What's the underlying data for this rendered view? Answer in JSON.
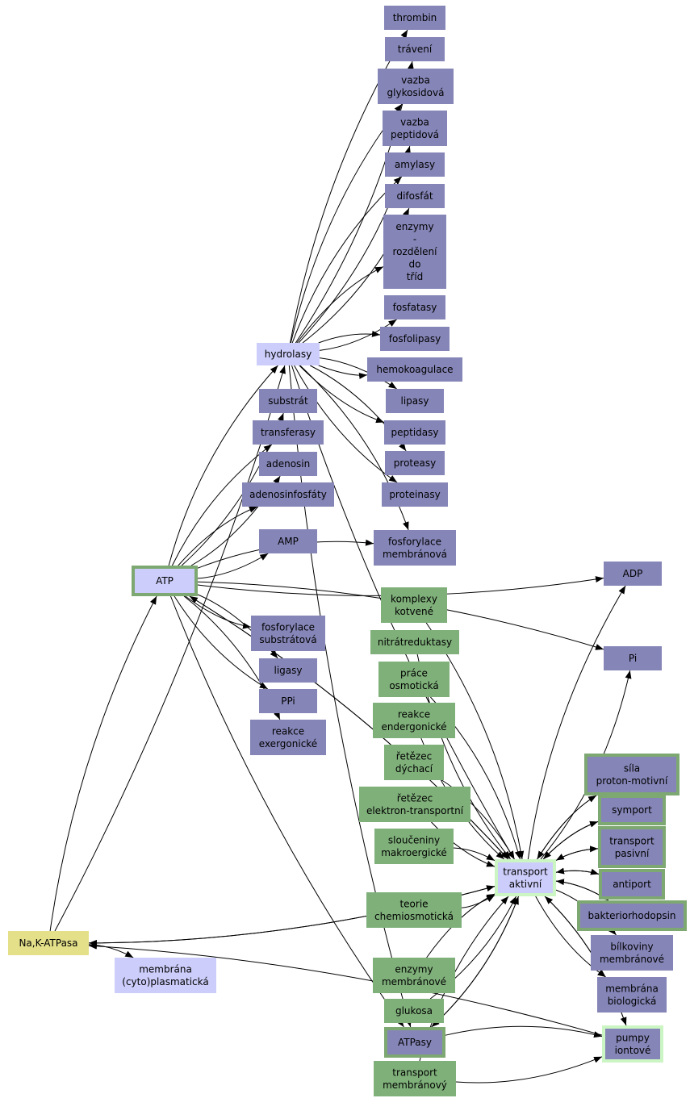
{
  "colors": {
    "purple": "#8585b8",
    "lavender": "#cccdfa",
    "green": "#7fb07a",
    "yellow": "#e4e08a",
    "frame_dark": "#7ea872",
    "frame_light": "#ccf5c4",
    "edge": "#000000"
  },
  "nodes": {
    "thrombin": {
      "lines": [
        "thrombin"
      ],
      "fill": "purple"
    },
    "traveni": {
      "lines": [
        "trávení"
      ],
      "fill": "purple"
    },
    "vazba_glyk": {
      "lines": [
        "vazba",
        "glykosidová"
      ],
      "fill": "purple"
    },
    "vazba_pept": {
      "lines": [
        "vazba",
        "peptidová"
      ],
      "fill": "purple"
    },
    "amylasy": {
      "lines": [
        "amylasy"
      ],
      "fill": "purple"
    },
    "difosfat": {
      "lines": [
        "difosfát"
      ],
      "fill": "purple"
    },
    "enzymy_rozdeleni": {
      "lines": [
        "enzymy",
        "-",
        "rozdělení",
        "do",
        "tříd"
      ],
      "fill": "purple"
    },
    "fosfatasy": {
      "lines": [
        "fosfatasy"
      ],
      "fill": "purple"
    },
    "fosfolipasy": {
      "lines": [
        "fosfolipasy"
      ],
      "fill": "purple"
    },
    "hydrolasy": {
      "lines": [
        "hydrolasy"
      ],
      "fill": "lavender"
    },
    "hemokoagulace": {
      "lines": [
        "hemokoagulace"
      ],
      "fill": "purple"
    },
    "substrat": {
      "lines": [
        "substrát"
      ],
      "fill": "purple"
    },
    "lipasy": {
      "lines": [
        "lipasy"
      ],
      "fill": "purple"
    },
    "transferasy": {
      "lines": [
        "transferasy"
      ],
      "fill": "purple"
    },
    "peptidasy": {
      "lines": [
        "peptidasy"
      ],
      "fill": "purple"
    },
    "adenosin": {
      "lines": [
        "adenosin"
      ],
      "fill": "purple"
    },
    "proteasy": {
      "lines": [
        "proteasy"
      ],
      "fill": "purple"
    },
    "adenosinfosfaty": {
      "lines": [
        "adenosinfosfáty"
      ],
      "fill": "purple"
    },
    "proteinasy": {
      "lines": [
        "proteinasy"
      ],
      "fill": "purple"
    },
    "amp": {
      "lines": [
        "AMP"
      ],
      "fill": "purple"
    },
    "fosforylace_membr": {
      "lines": [
        "fosforylace",
        "membránová"
      ],
      "fill": "purple"
    },
    "atp": {
      "lines": [
        "ATP"
      ],
      "fill": "lavender",
      "frame": "frame_dark"
    },
    "adp": {
      "lines": [
        "ADP"
      ],
      "fill": "purple"
    },
    "komplexy": {
      "lines": [
        "komplexy",
        "kotvené"
      ],
      "fill": "green"
    },
    "fosforylace_substr": {
      "lines": [
        "fosforylace",
        "substrátová"
      ],
      "fill": "purple"
    },
    "nitratreduktasy": {
      "lines": [
        "nitrátreduktasy"
      ],
      "fill": "green"
    },
    "pi": {
      "lines": [
        "Pi"
      ],
      "fill": "purple"
    },
    "ligasy": {
      "lines": [
        "ligasy"
      ],
      "fill": "purple"
    },
    "prace": {
      "lines": [
        "práce",
        "osmotická"
      ],
      "fill": "green"
    },
    "ppi": {
      "lines": [
        "PPi"
      ],
      "fill": "purple"
    },
    "reakce_endergonicke": {
      "lines": [
        "reakce",
        "endergonické"
      ],
      "fill": "green"
    },
    "reakce_exergonicke": {
      "lines": [
        "reakce",
        "exergonické"
      ],
      "fill": "purple"
    },
    "retezec_dychaci": {
      "lines": [
        "řetězec",
        "dýchací"
      ],
      "fill": "green"
    },
    "sila": {
      "lines": [
        "síla",
        "proton-motivní"
      ],
      "fill": "purple",
      "frame": "frame_dark"
    },
    "retezec_elektron": {
      "lines": [
        "řetězec",
        "elektron-transportní"
      ],
      "fill": "green"
    },
    "symport": {
      "lines": [
        "symport"
      ],
      "fill": "purple",
      "frame": "frame_dark"
    },
    "slouceniny": {
      "lines": [
        "sloučeniny",
        "makroergické"
      ],
      "fill": "green"
    },
    "transport_pasivni": {
      "lines": [
        "transport",
        "pasivní"
      ],
      "fill": "purple",
      "frame": "frame_dark"
    },
    "transport_aktivni": {
      "lines": [
        "transport",
        "aktivní"
      ],
      "fill": "lavender",
      "frame": "frame_light"
    },
    "antiport": {
      "lines": [
        "antiport"
      ],
      "fill": "purple",
      "frame": "frame_dark"
    },
    "teorie": {
      "lines": [
        "teorie",
        "chemiosmotická"
      ],
      "fill": "green"
    },
    "bakteriorhodopsin": {
      "lines": [
        "bakteriorhodopsin"
      ],
      "fill": "purple",
      "frame": "frame_dark"
    },
    "nak_atpasa": {
      "lines": [
        "Na,K-ATPasa"
      ],
      "fill": "yellow"
    },
    "bilkoviny": {
      "lines": [
        "bílkoviny",
        "membránové"
      ],
      "fill": "purple"
    },
    "membrana_cyto": {
      "lines": [
        "membrána",
        "(cyto)plasmatická"
      ],
      "fill": "lavender"
    },
    "enzymy_membr": {
      "lines": [
        "enzymy",
        "membránové"
      ],
      "fill": "green"
    },
    "membrana_bio": {
      "lines": [
        "membrána",
        "biologická"
      ],
      "fill": "purple"
    },
    "glukosa": {
      "lines": [
        "glukosa"
      ],
      "fill": "green"
    },
    "pumpy": {
      "lines": [
        "pumpy",
        "iontové"
      ],
      "fill": "purple",
      "frame": "frame_light"
    },
    "atpasy": {
      "lines": [
        "ATPasy"
      ],
      "fill": "purple",
      "frame": "frame_dark"
    },
    "transport_membr": {
      "lines": [
        "transport",
        "membránový"
      ],
      "fill": "green"
    }
  },
  "edges": [
    [
      "hydrolasy",
      "thrombin"
    ],
    [
      "hydrolasy",
      "traveni"
    ],
    [
      "hydrolasy",
      "vazba_glyk"
    ],
    [
      "hydrolasy",
      "vazba_pept"
    ],
    [
      "hydrolasy",
      "amylasy"
    ],
    [
      "hydrolasy",
      "difosfat"
    ],
    [
      "hydrolasy",
      "enzymy_rozdeleni"
    ],
    [
      "hydrolasy",
      "fosfatasy"
    ],
    [
      "hydrolasy",
      "fosfolipasy"
    ],
    [
      "hydrolasy",
      "hemokoagulace"
    ],
    [
      "hydrolasy",
      "lipasy"
    ],
    [
      "hydrolasy",
      "peptidasy"
    ],
    [
      "hydrolasy",
      "proteasy"
    ],
    [
      "hydrolasy",
      "proteinasy"
    ],
    [
      "hydrolasy",
      "fosforylace_membr"
    ],
    [
      "hydrolasy",
      "atpasy"
    ],
    [
      "atp",
      "hydrolasy"
    ],
    [
      "atp",
      "substrat"
    ],
    [
      "atp",
      "transferasy"
    ],
    [
      "atp",
      "adenosin"
    ],
    [
      "atp",
      "adenosinfosfaty"
    ],
    [
      "atp",
      "amp"
    ],
    [
      "atp",
      "fosforylace_membr"
    ],
    [
      "atp",
      "adp"
    ],
    [
      "atp",
      "pi"
    ],
    [
      "atp",
      "fosforylace_substr"
    ],
    [
      "atp",
      "ligasy"
    ],
    [
      "atp",
      "ppi"
    ],
    [
      "atp",
      "reakce_exergonicke"
    ],
    [
      "atp",
      "atpasy"
    ],
    [
      "atp",
      "transport_aktivni"
    ],
    [
      "transport_aktivni",
      "atp"
    ],
    [
      "nak_atpasa",
      "atp"
    ],
    [
      "nak_atpasa",
      "hydrolasy"
    ],
    [
      "nak_atpasa",
      "membrana_cyto"
    ],
    [
      "nak_atpasa",
      "transport_aktivni"
    ],
    [
      "transport_aktivni",
      "nak_atpasa"
    ],
    [
      "pumpy",
      "nak_atpasa"
    ],
    [
      "komplexy",
      "transport_aktivni"
    ],
    [
      "nitratreduktasy",
      "transport_aktivni"
    ],
    [
      "prace",
      "transport_aktivni"
    ],
    [
      "reakce_endergonicke",
      "transport_aktivni"
    ],
    [
      "retezec_dychaci",
      "transport_aktivni"
    ],
    [
      "retezec_elektron",
      "transport_aktivni"
    ],
    [
      "slouceniny",
      "transport_aktivni"
    ],
    [
      "teorie",
      "transport_aktivni"
    ],
    [
      "enzymy_membr",
      "transport_aktivni"
    ],
    [
      "glukosa",
      "transport_aktivni"
    ],
    [
      "transport_membr",
      "transport_aktivni"
    ],
    [
      "hydrolasy",
      "transport_aktivni"
    ],
    [
      "transport_aktivni",
      "adp"
    ],
    [
      "transport_aktivni",
      "pi"
    ],
    [
      "transport_aktivni",
      "sila"
    ],
    [
      "sila",
      "transport_aktivni"
    ],
    [
      "transport_aktivni",
      "symport"
    ],
    [
      "symport",
      "transport_aktivni"
    ],
    [
      "transport_aktivni",
      "transport_pasivni"
    ],
    [
      "transport_pasivni",
      "transport_aktivni"
    ],
    [
      "transport_aktivni",
      "antiport"
    ],
    [
      "antiport",
      "transport_aktivni"
    ],
    [
      "transport_aktivni",
      "bakteriorhodopsin"
    ],
    [
      "bakteriorhodopsin",
      "transport_aktivni"
    ],
    [
      "transport_aktivni",
      "bilkoviny"
    ],
    [
      "transport_aktivni",
      "membrana_bio"
    ],
    [
      "transport_aktivni",
      "pumpy"
    ],
    [
      "pumpy",
      "transport_aktivni"
    ],
    [
      "transport_aktivni",
      "atpasy"
    ],
    [
      "atpasy",
      "transport_aktivni"
    ],
    [
      "atpasy",
      "pumpy"
    ],
    [
      "transport_membr",
      "pumpy"
    ]
  ]
}
